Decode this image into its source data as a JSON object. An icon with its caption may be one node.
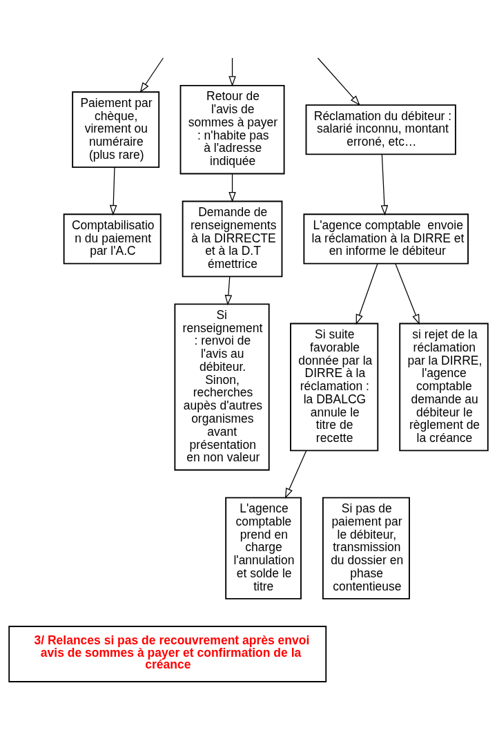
{
  "diagram": {
    "nodes": [
      {
        "text": [
          "Paiement par chèque, virement ou numéraire (plus rare)"
        ]
      },
      {
        "text": [
          "Retour de l'avis de sommes à payer : n'habite pas à l'adresse indiquée"
        ]
      },
      {
        "text": [
          "Réclamation du débiteur : salarié inconnu, montant erroné, etc…"
        ]
      },
      {
        "text": [
          "Comptabilisation du paiement par l'A.C"
        ]
      },
      {
        "text": [
          "Demande de renseignements à la DIRRECTE et à la D.T émettrice"
        ]
      },
      {
        "text": [
          "L'agence comptable  envoie la réclamation à la DIRRE et en informe le débiteur"
        ]
      },
      {
        "text": [
          "Si renseignement : renvoi de l'avis au débiteur. Sinon, recherches aupès d'autres organismes avant présentation en non valeur"
        ]
      },
      {
        "text": [
          "Si suite favorable donnée par la DIRRE à la réclamation : la DBALCG annule le titre de recette"
        ]
      },
      {
        "text": [
          "si rejet de la réclamation par la DIRRE, l'agence comptable demande au débiteur le règlement de la créance"
        ]
      },
      {
        "text": [
          "L'agence comptable prend en charge l'annulation et solde le titre"
        ]
      },
      {
        "text": [
          "Si pas de paiement par le débiteur, transmission du dossier en phase contentieuse"
        ]
      },
      {
        "text": [
          "3/ Relances si pas de recouvrement après envoi avis de sommes à payer et confirmation de la créance"
        ]
      }
    ],
    "edges": [
      {
        "from": null,
        "to": 0,
        "arrow": "to"
      },
      {
        "from": null,
        "to": 1,
        "arrow": "to"
      },
      {
        "from": null,
        "to": 2,
        "arrow": "to"
      },
      {
        "from": 0,
        "to": 3,
        "arrow": "to"
      },
      {
        "from": 1,
        "to": 4,
        "arrow": "to"
      },
      {
        "from": 2,
        "to": 5,
        "arrow": "to"
      },
      {
        "from": 4,
        "to": 6,
        "arrow": "to"
      },
      {
        "from": 5,
        "to": 7,
        "arrow": "to"
      },
      {
        "from": 5,
        "to": 8,
        "arrow": "to"
      },
      {
        "from": 7,
        "to": 9,
        "arrow": "to"
      }
    ]
  }
}
